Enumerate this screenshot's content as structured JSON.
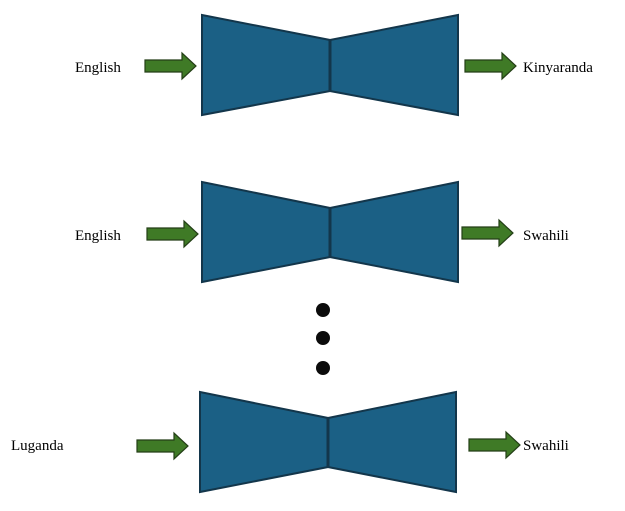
{
  "colors": {
    "model_fill": "#1b6085",
    "model_stroke": "#13364b",
    "arrow_fill": "#3f7a26",
    "arrow_stroke": "#243f17",
    "ellipsis_dot": "#0b0b0b"
  },
  "rows": [
    {
      "source": "English",
      "target": "Kinyaranda"
    },
    {
      "source": "English",
      "target": "Swahili"
    },
    {
      "source": "Luganda",
      "target": "Swahili"
    }
  ],
  "ellipsis_icon": "vertical-ellipsis-icon"
}
